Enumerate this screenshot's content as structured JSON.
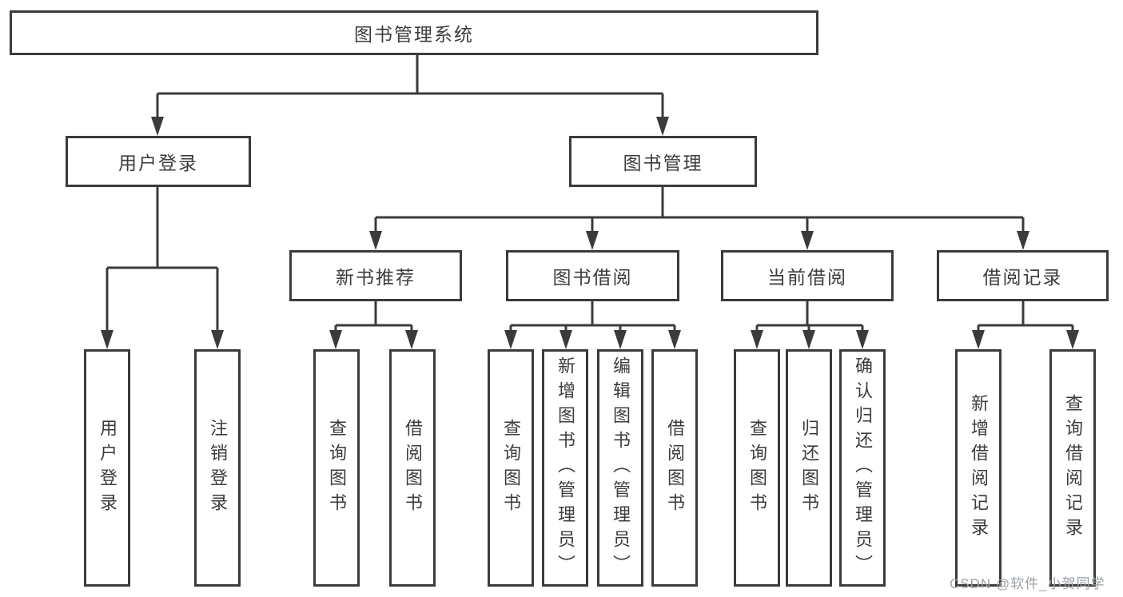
{
  "diagram": {
    "type": "tree",
    "root": {
      "label": "图书管理系统"
    },
    "level2": [
      {
        "id": "user-login",
        "label": "用户登录",
        "parent": "图书管理系统"
      },
      {
        "id": "book-management",
        "label": "图书管理",
        "parent": "图书管理系统"
      }
    ],
    "level3": [
      {
        "id": "new-book-recommend",
        "label": "新书推荐",
        "parent": "图书管理"
      },
      {
        "id": "book-borrowing",
        "label": "图书借阅",
        "parent": "图书管理"
      },
      {
        "id": "current-borrowing",
        "label": "当前借阅",
        "parent": "图书管理"
      },
      {
        "id": "borrowing-records",
        "label": "借阅记录",
        "parent": "图书管理"
      }
    ],
    "level4": [
      {
        "label": "用户登录",
        "parent": "用户登录"
      },
      {
        "label": "注销登录",
        "parent": "用户登录"
      },
      {
        "label": "查询图书",
        "parent": "新书推荐"
      },
      {
        "label": "借阅图书",
        "parent": "新书推荐"
      },
      {
        "label": "查询图书",
        "parent": "图书借阅"
      },
      {
        "label": "新增图书（管理员）",
        "parent": "图书借阅"
      },
      {
        "label": "编辑图书（管理员）",
        "parent": "图书借阅"
      },
      {
        "label": "借阅图书",
        "parent": "图书借阅"
      },
      {
        "label": "查询图书",
        "parent": "当前借阅"
      },
      {
        "label": "归还图书",
        "parent": "当前借阅"
      },
      {
        "label": "确认归还（管理员）",
        "parent": "当前借阅"
      },
      {
        "label": "新增借阅记录",
        "parent": "借阅记录"
      },
      {
        "label": "查询借阅记录",
        "parent": "借阅记录"
      }
    ]
  },
  "watermark": {
    "text": "CSDN @软件_小贺同学"
  },
  "colors": {
    "line": "#3b3b3b",
    "text": "#3c3c3c",
    "watermark": "#9aa0a5",
    "background": "#ffffff"
  }
}
